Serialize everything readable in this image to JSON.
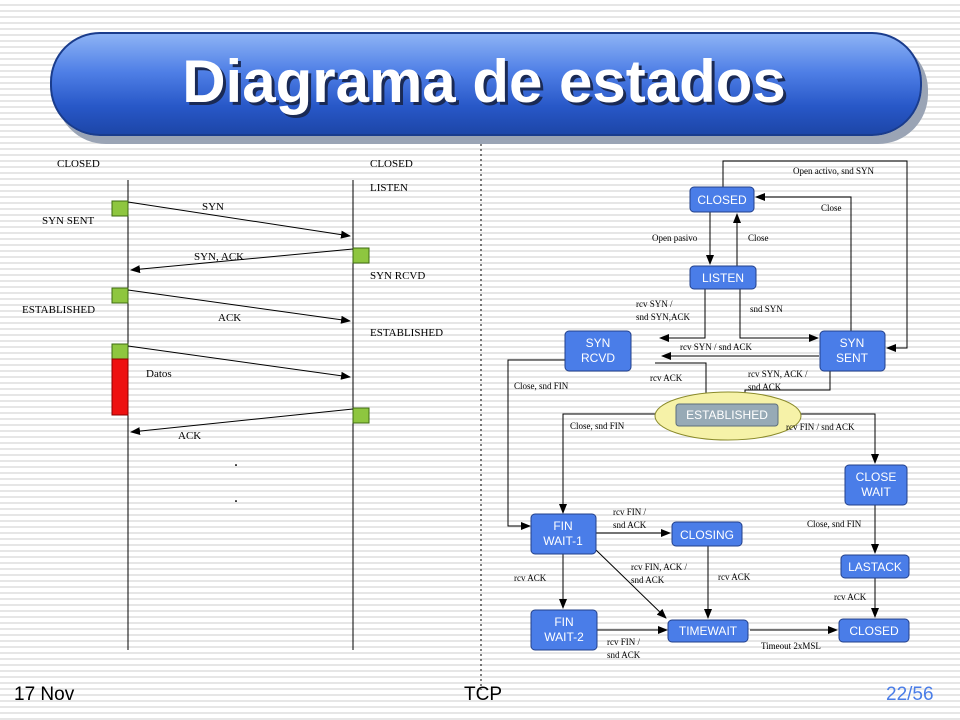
{
  "title": "Diagrama de estados",
  "footer": {
    "date": "17 Nov",
    "topic": "TCP",
    "page": "22/56"
  },
  "sequence": {
    "client_closed": "CLOSED",
    "server_closed": "CLOSED",
    "server_listen": "LISTEN",
    "syn_sent": "SYN SENT",
    "syn": "SYN",
    "syn_ack": "SYN, ACK",
    "syn_rcvd": "SYN RCVD",
    "established_left": "ESTABLISHED",
    "ack1": "ACK",
    "established_right": "ESTABLISHED",
    "datos": "Datos",
    "ack2": "ACK",
    "dot": "."
  },
  "states": {
    "closed_top": "CLOSED",
    "listen": "LISTEN",
    "syn_rcvd_1": "SYN",
    "syn_rcvd_2": "RCVD",
    "syn_sent_1": "SYN",
    "syn_sent_2": "SENT",
    "established": "ESTABLISHED",
    "close_wait_1": "CLOSE",
    "close_wait_2": "WAIT",
    "fin_wait1_1": "FIN",
    "fin_wait1_2": "WAIT-1",
    "closing": "CLOSING",
    "lastack": "LASTACK",
    "fin_wait2_1": "FIN",
    "fin_wait2_2": "WAIT-2",
    "timewait": "TIMEWAIT",
    "closed_bottom": "CLOSED"
  },
  "transitions": {
    "open_activo": "Open activo, snd SYN",
    "close_right": "Close",
    "open_pasivo": "Open pasivo",
    "close_mid": "Close",
    "rcv_syn_1": "rcv SYN /",
    "rcv_syn_2": "snd SYN,ACK",
    "snd_syn": "snd SYN",
    "rcv_syn_snd_ack": "rcv SYN / snd ACK",
    "close_snd_fin_left": "Close, snd FIN",
    "rcv_ack_mid": "rcv ACK",
    "rcv_synack_1": "rcv SYN, ACK /",
    "rcv_synack_2": "snd ACK",
    "close_snd_fin_est": "Close, snd FIN",
    "rcv_fin_snd_ack": "rcv FIN / snd ACK",
    "rcv_fin_1": "rcv FIN /",
    "rcv_fin_2": "snd ACK",
    "close_snd_fin_right": "Close, snd FIN",
    "rcv_finack_1": "rcv FIN, ACK /",
    "rcv_finack_2": "snd ACK",
    "rcv_ack_left": "rcv ACK",
    "rcv_ack_closing": "rcv ACK",
    "rcv_ack_lastack": "rcv ACK",
    "rcv_fin_b1": "rcv FIN /",
    "rcv_fin_b2": "snd ACK",
    "timeout": "Timeout 2xMSL"
  }
}
